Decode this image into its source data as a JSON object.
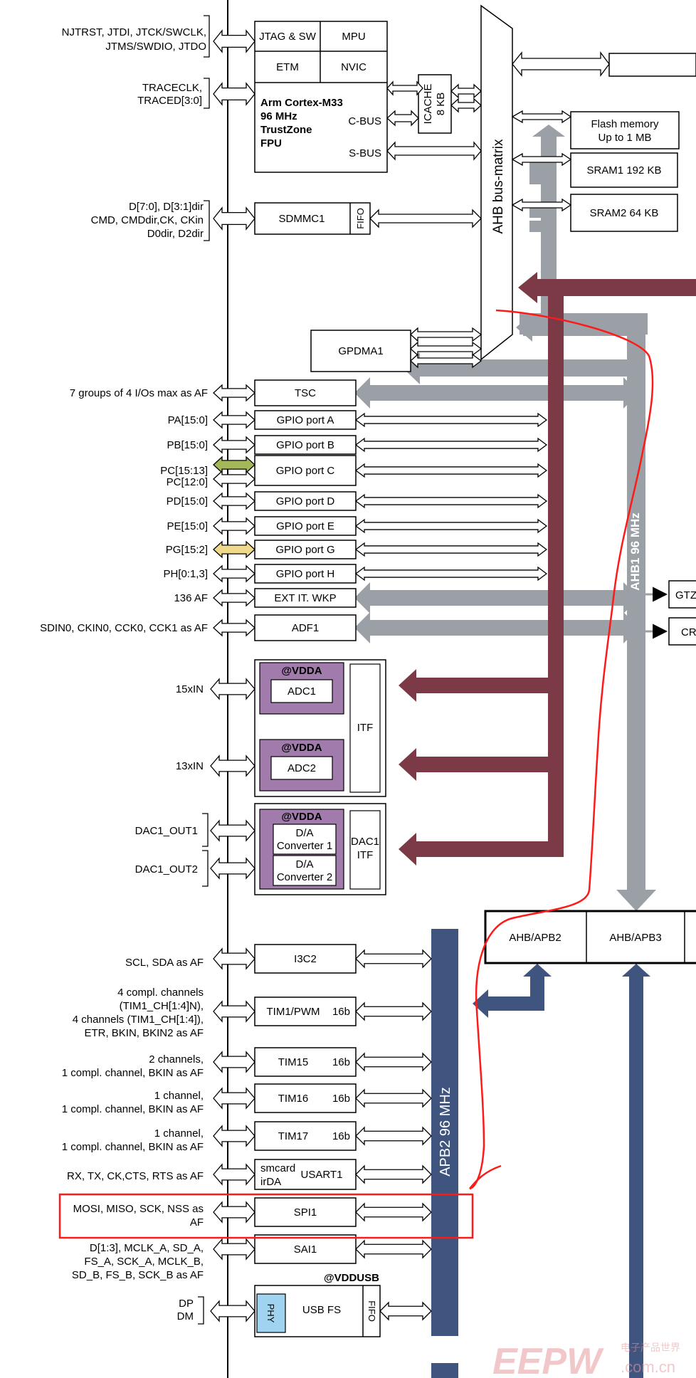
{
  "colors": {
    "ahb_grey": "#9aa0a6",
    "dark_red": "#7b3a45",
    "apb_blue": "#3f5580",
    "adc_purple": "#a07bab",
    "phy_blue": "#9fd3ef",
    "pc_green": "#a4b85a",
    "pg_yellow": "#f0d98a",
    "annotation_red": "#ff1a1a"
  },
  "core": {
    "jtag": "JTAG & SW",
    "mpu": "MPU",
    "etm": "ETM",
    "nvic": "NVIC",
    "cpu_line1": "Arm Cortex-M33",
    "cpu_line2": "96 MHz",
    "cpu_line3": "TrustZone",
    "cpu_line4": "FPU",
    "cbus": "C-BUS",
    "sbus": "S-BUS",
    "icache": "ICACHE",
    "icache_size": "8 KB"
  },
  "bus_matrix": "AHB bus-matrix",
  "memory": {
    "flash_line1": "Flash memory",
    "flash_line2": "Up to 1 MB",
    "sram1": "SRAM1 192 KB",
    "sram2": "SRAM2 64 KB"
  },
  "sdmmc": {
    "name": "SDMMC1",
    "fifo": "FIFO"
  },
  "gpdma": "GPDMA1",
  "left_pins": {
    "jtag_line1": "NJTRST, JTDI, JTCK/SWCLK,",
    "jtag_line2": "JTMS/SWDIO, JTDO",
    "trace_line1": "TRACECLK,",
    "trace_line2": "TRACED[3:0]",
    "sd_line1": "D[7:0], D[3:1]dir",
    "sd_line2": "CMD, CMDdir,CK, CKin",
    "sd_line3": "D0dir, D2dir"
  },
  "gpio_rows": [
    {
      "pin": "7 groups of 4 I/Os max as AF",
      "block": "TSC"
    },
    {
      "pin": "PA[15:0]",
      "block": "GPIO port A"
    },
    {
      "pin": "PB[15:0]",
      "block": "GPIO port B"
    },
    {
      "pin": "PC[15:13]",
      "block": "GPIO port C"
    },
    {
      "pin": "PC[12:0]",
      "block": ""
    },
    {
      "pin": "PD[15:0]",
      "block": "GPIO port D"
    },
    {
      "pin": "PE[15:0]",
      "block": "GPIO port E"
    },
    {
      "pin": "PG[15:2]",
      "block": "GPIO port G"
    },
    {
      "pin": "PH[0:1,3]",
      "block": "GPIO port H"
    },
    {
      "pin": "136 AF",
      "block": "EXT IT. WKP"
    },
    {
      "pin": "SDIN0, CKIN0, CCK0, CCK1 as AF",
      "block": "ADF1"
    }
  ],
  "analog": {
    "vdda": "@VDDA",
    "adc1": "ADC1",
    "adc2": "ADC2",
    "itf": "ITF",
    "adc1_pin": "15xIN",
    "adc2_pin": "13xIN",
    "da1_line1": "D/A",
    "da1_line2": "Converter 1",
    "da2_line1": "D/A",
    "da2_line2": "Converter 2",
    "dac_itf_line1": "DAC1",
    "dac_itf_line2": "ITF",
    "dac_out1": "DAC1_OUT1",
    "dac_out2": "DAC1_OUT2"
  },
  "ahb1_label": "AHB1 96 MHz",
  "right_partial": {
    "gtz": "GTZ",
    "cr": "CR"
  },
  "bridges": {
    "apb2": "AHB/APB2",
    "apb3": "AHB/APB3"
  },
  "apb2_label": "APB2 96 MHz",
  "apb2_rows": {
    "i3c_pin": "SCL, SDA as AF",
    "i3c": "I3C2",
    "tim1_pin1": "4 compl. channels",
    "tim1_pin2": "(TIM1_CH[1:4]N),",
    "tim1_pin3": "4 channels (TIM1_CH[1:4]),",
    "tim1_pin4": "ETR, BKIN, BKIN2 as AF",
    "tim1": "TIM1/PWM",
    "bits": "16b",
    "tim15_pin1": "2 channels,",
    "tim15_pin2": "1 compl. channel, BKIN as AF",
    "tim15": "TIM15",
    "tim16_pin1": "1 channel,",
    "tim16_pin2": "1 compl. channel, BKIN as AF",
    "tim16": "TIM16",
    "tim17_pin1": "1 channel,",
    "tim17_pin2": "1 compl. channel, BKIN as AF",
    "tim17": "TIM17",
    "usart_pin": "RX, TX, CK,CTS, RTS as AF",
    "smcard": "smcard",
    "irda": "irDA",
    "usart": "USART1",
    "spi_pin1": "MOSI, MISO, SCK, NSS as",
    "spi_pin2": "AF",
    "spi": "SPI1",
    "sai_pin1": "D[1:3], MCLK_A, SD_A,",
    "sai_pin2": "FS_A, SCK_A, MCLK_B,",
    "sai_pin3": "SD_B, FS_B, SCK_B as AF",
    "sai": "SAI1",
    "vddusb": "@VDDUSB",
    "usb_pin1": "DP",
    "usb_pin2": "DM",
    "phy": "PHY",
    "usb": "USB FS",
    "fifo": "FIFO"
  },
  "watermark": {
    "logo": "EEPW",
    "cn": "电子产品世界",
    "url": ".com.cn"
  }
}
